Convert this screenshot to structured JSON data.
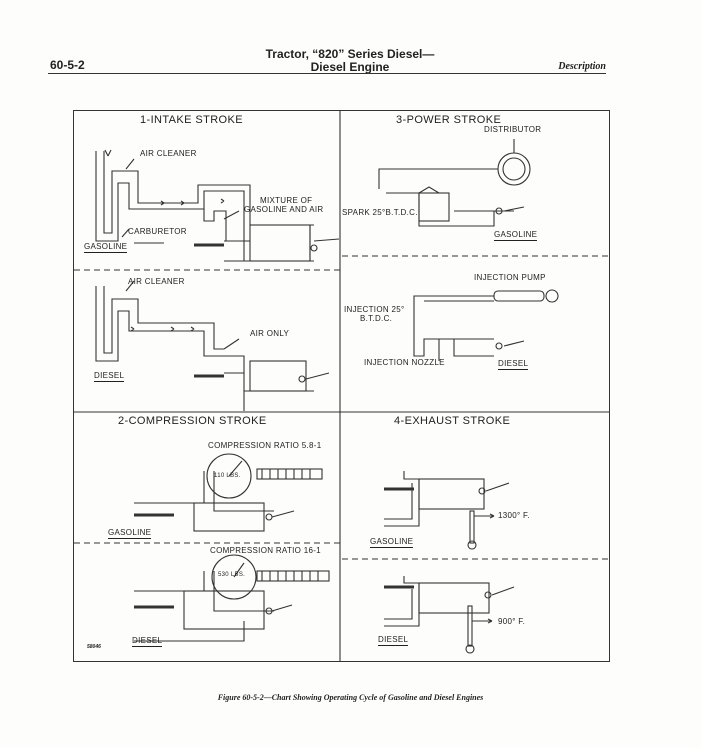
{
  "header": {
    "page_number": "60-5-2",
    "title_line1": "Tractor, “820” Series Diesel—",
    "title_line2": "Diesel Engine",
    "section": "Description"
  },
  "panels": {
    "intake": {
      "title": "1-INTAKE STROKE",
      "gas_labels": {
        "air_cleaner": "AIR CLEANER",
        "mixture1": "MIXTURE OF",
        "mixture2": "GASOLINE AND AIR",
        "carburetor": "CARBURETOR",
        "engine": "GASOLINE"
      },
      "diesel_labels": {
        "air_cleaner": "AIR CLEANER",
        "air_only": "AIR ONLY",
        "engine": "DIESEL"
      }
    },
    "power": {
      "title": "3-POWER STROKE",
      "gas_labels": {
        "distributor": "DISTRIBUTOR",
        "spark": "SPARK 25°B.T.D.C.",
        "engine": "GASOLINE"
      },
      "diesel_labels": {
        "injection_pump": "INJECTION PUMP",
        "injection1": "INJECTION 25°",
        "injection2": "B.T.D.C.",
        "nozzle": "INJECTION NOZZLE",
        "engine": "DIESEL"
      }
    },
    "compression": {
      "title": "2-COMPRESSION STROKE",
      "gas_labels": {
        "ratio": "COMPRESSION RATIO 5.8-1",
        "gauge": "110 LBS.",
        "engine": "GASOLINE"
      },
      "diesel_labels": {
        "ratio": "COMPRESSION RATIO 16-1",
        "gauge": "530 LBS.",
        "engine": "DIESEL"
      }
    },
    "exhaust": {
      "title": "4-EXHAUST STROKE",
      "gas_labels": {
        "temp": "1300° F.",
        "engine": "GASOLINE"
      },
      "diesel_labels": {
        "temp": "900° F.",
        "engine": "DIESEL"
      }
    }
  },
  "figure_number": "58046",
  "caption": "Figure 60-5-2—Chart Showing Operating Cycle of Gasoline and Diesel Engines"
}
